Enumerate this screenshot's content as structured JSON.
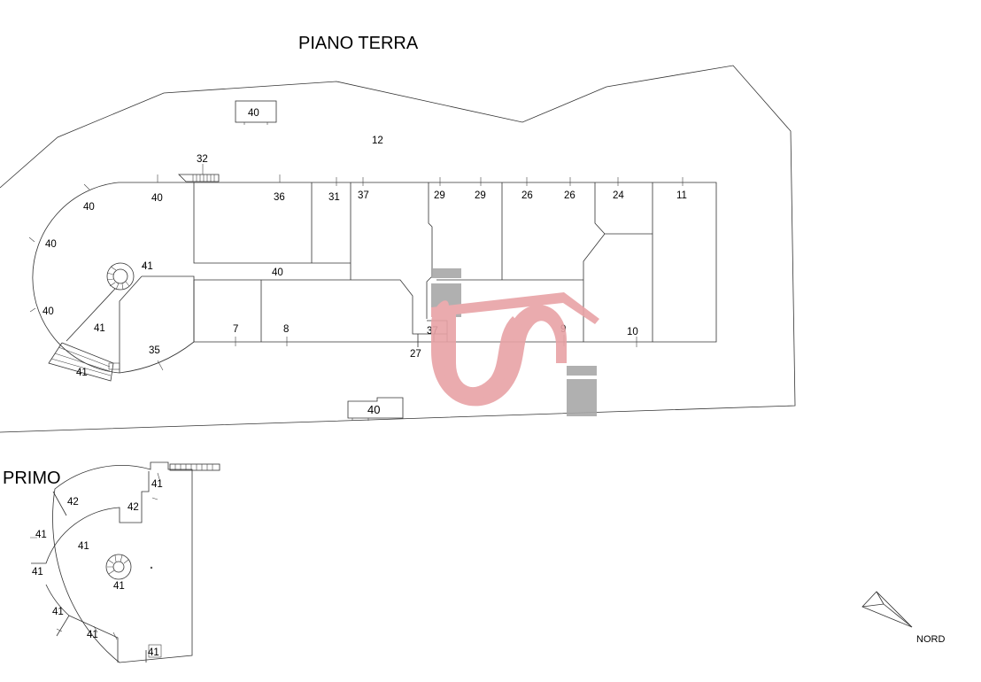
{
  "titles": {
    "ground_floor": "PIANO TERRA",
    "first_floor": "PRIMO",
    "north": "NORD"
  },
  "ground_labels": {
    "area_12": "12",
    "top_40": "40",
    "stair_32": "32",
    "arc_40_a": "40",
    "arc_40_b": "40",
    "arc_40_c": "40",
    "corridor_40_top": "40",
    "room_36": "36",
    "room_31": "31",
    "room_37_top": "37",
    "room_29_a": "29",
    "room_29_b": "29",
    "room_26_a": "26",
    "room_26_b": "26",
    "room_24": "24",
    "room_11": "11",
    "stair_41": "41",
    "corridor_40": "40",
    "room_41_mid": "41",
    "room_7": "7",
    "room_8": "8",
    "room_37_low": "37",
    "room_9": "9",
    "room_10": "10",
    "room_27": "27",
    "room_35": "35",
    "terrace_41": "41",
    "bottom_40": "40"
  },
  "first_labels": {
    "stair_41": "41",
    "room_42_a": "42",
    "room_42_b": "42",
    "room_41_a": "41",
    "room_41_b": "41",
    "room_41_c": "41",
    "spiral_41": "41",
    "room_41_d": "41",
    "room_41_e": "41",
    "room_41_f": "41"
  },
  "colors": {
    "line": "#333333",
    "logo_red": "#e8a2a6",
    "logo_gray": "#a0a0a0"
  },
  "icons": {
    "logo": "is-house-logo-watermark",
    "north": "north-arrow-icon"
  }
}
